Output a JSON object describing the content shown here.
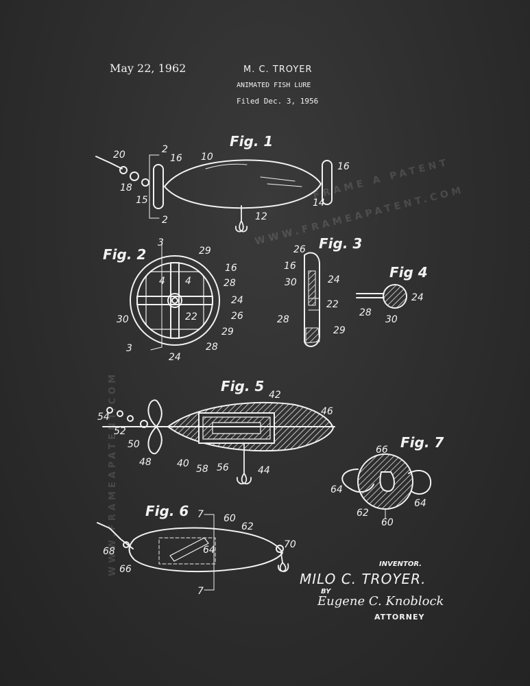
{
  "header": {
    "date": "May 22, 1962",
    "inventor_name": "M. C. TROYER",
    "title": "ANIMATED FISH LURE",
    "filed": "Filed Dec. 3, 1956"
  },
  "figures": {
    "fig1": "Fig. 1",
    "fig2": "Fig. 2",
    "fig3": "Fig. 3",
    "fig4": "Fig 4",
    "fig5": "Fig. 5",
    "fig6": "Fig. 6",
    "fig7": "Fig. 7"
  },
  "watermark": {
    "line1": "FRAME A PATENT",
    "line2": "WWW.FRAMEAPATENT.COM",
    "side": "WWW.FRAMEAPATENT.COM"
  },
  "signature": {
    "inventor_label": "INVENTOR.",
    "inventor": "MILO C. TROYER.",
    "by": "BY",
    "attorney_signature": "Eugene C. Knoblock",
    "attorney_label": "ATTORNEY"
  },
  "refs": {
    "r2": "2",
    "r3": "3",
    "r4": "4",
    "r7": "7",
    "r10": "10",
    "r12": "12",
    "r14": "14",
    "r15": "15",
    "r16": "16",
    "r18": "18",
    "r20": "20",
    "r22": "22",
    "r24": "24",
    "r26": "26",
    "r28": "28",
    "r29": "29",
    "r30": "30",
    "r40": "40",
    "r42": "42",
    "r44": "44",
    "r46": "46",
    "r48": "48",
    "r50": "50",
    "r52": "52",
    "r54": "54",
    "r56": "56",
    "r58": "58",
    "r60": "60",
    "r62": "62",
    "r64": "64",
    "r66": "66",
    "r68": "68",
    "r70": "70"
  },
  "colors": {
    "chalkboard": "#2f2f2f",
    "chalk": "#f2f2f2"
  }
}
